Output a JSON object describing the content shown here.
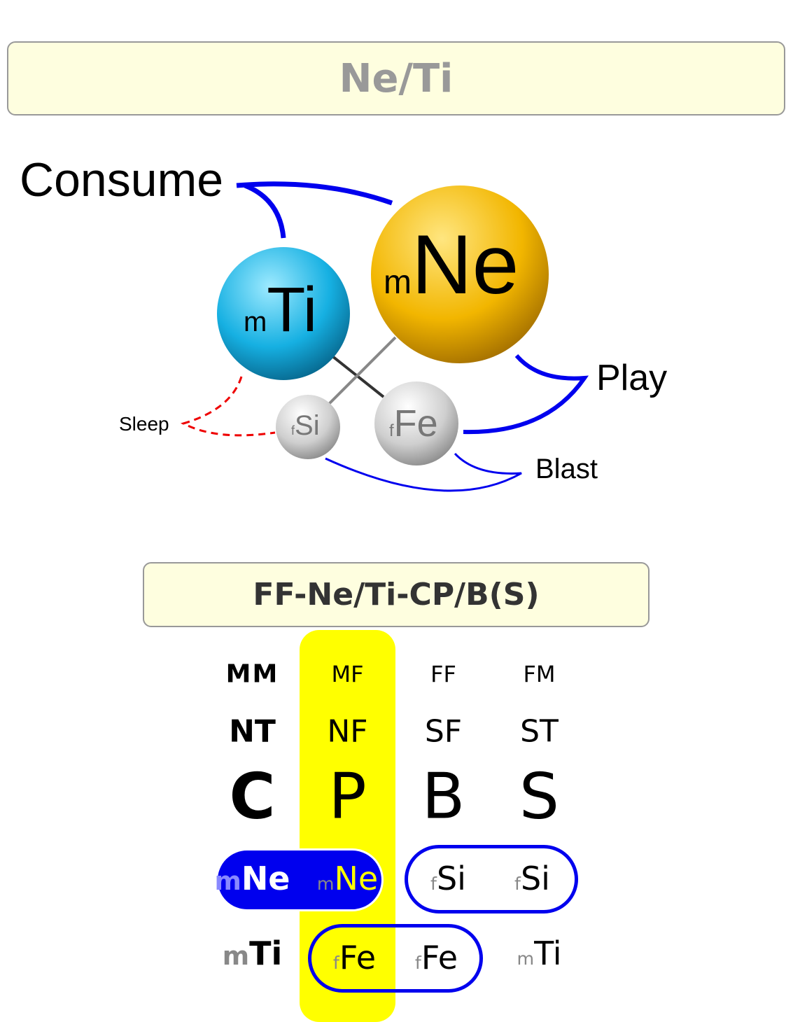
{
  "title": "Ne/Ti",
  "diagram": {
    "labels": {
      "consume": "Consume",
      "play": "Play",
      "blast": "Blast",
      "sleep": "Sleep"
    },
    "spheres": [
      {
        "prefix": "m",
        "name": "Ne",
        "color": "#f5b800"
      },
      {
        "prefix": "m",
        "name": "Ti",
        "color": "#1ab4e6"
      },
      {
        "prefix": "f",
        "name": "Si",
        "color": "#cccccc"
      },
      {
        "prefix": "f",
        "name": "Fe",
        "color": "#cccccc"
      }
    ]
  },
  "type_code": "FF-Ne/Ti-CP/B(S)",
  "grid": {
    "row1": [
      "MM",
      "MF",
      "FF",
      "FM"
    ],
    "row2": [
      "NT",
      "NF",
      "SF",
      "ST"
    ],
    "row3": [
      "C",
      "P",
      "B",
      "S"
    ],
    "row4": [
      {
        "p": "m",
        "n": "Ne"
      },
      {
        "p": "m",
        "n": "Ne"
      },
      {
        "p": "f",
        "n": "Si"
      },
      {
        "p": "f",
        "n": "Si"
      }
    ],
    "row5": [
      {
        "p": "m",
        "n": "Ti"
      },
      {
        "p": "f",
        "n": "Fe"
      },
      {
        "p": "f",
        "n": "Fe"
      },
      {
        "p": "m",
        "n": "Ti"
      }
    ],
    "highlight_color": "#ffff00",
    "accent_color": "#0000ee"
  }
}
